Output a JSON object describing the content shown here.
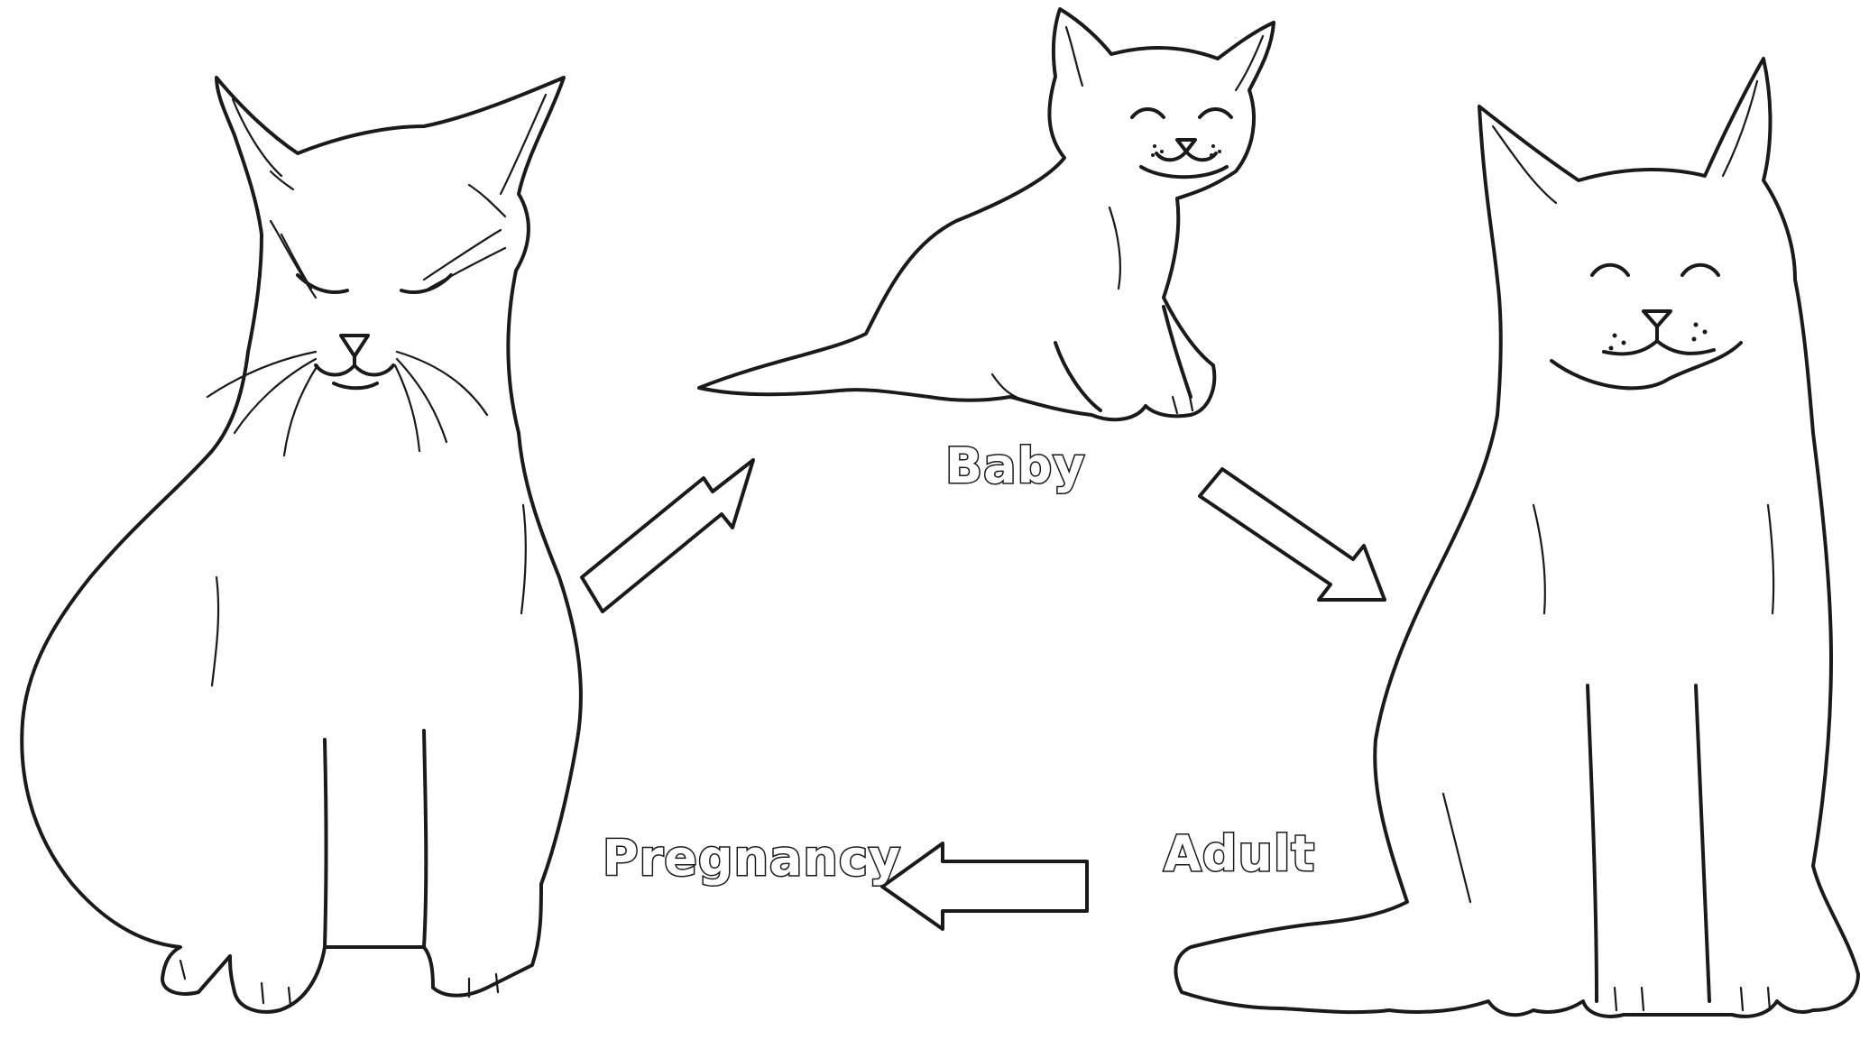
{
  "diagram": {
    "stages": [
      {
        "id": "pregnancy",
        "label": "Pregnancy"
      },
      {
        "id": "baby",
        "label": "Baby"
      },
      {
        "id": "adult",
        "label": "Adult"
      }
    ],
    "arrows": [
      {
        "from": "pregnancy",
        "to": "baby"
      },
      {
        "from": "baby",
        "to": "adult"
      },
      {
        "from": "adult",
        "to": "pregnancy"
      }
    ],
    "illustrations": [
      "pregnant-cat",
      "kitten",
      "adult-cat"
    ]
  }
}
